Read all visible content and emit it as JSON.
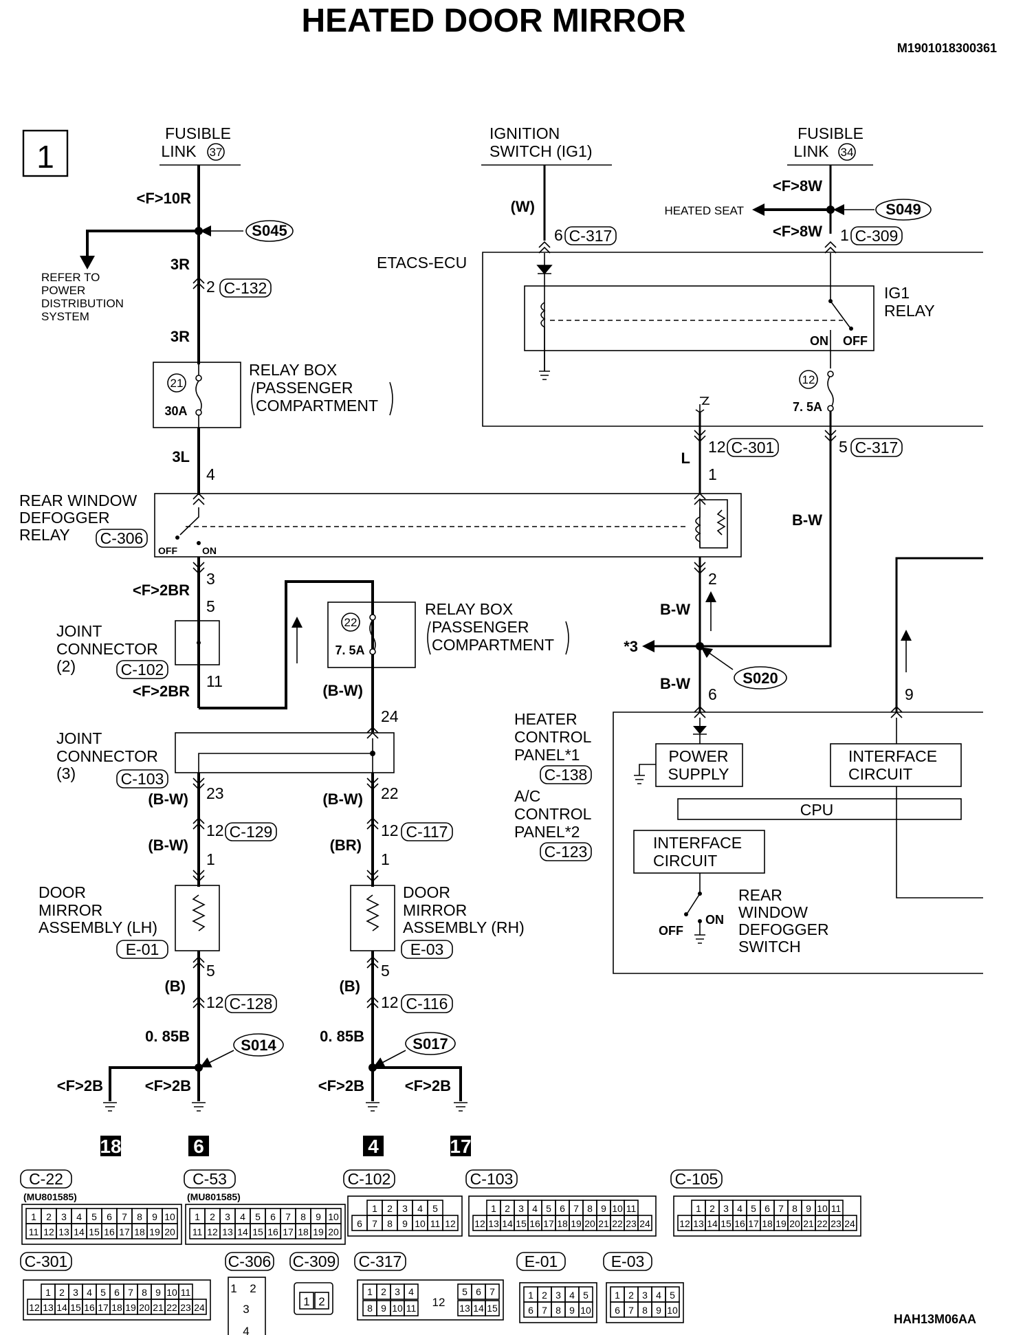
{
  "title": "HEATED DOOR MIRROR",
  "doc_code": "M1901018300361",
  "image_code": "HAH13M06AA",
  "page_box": "1",
  "sources": {
    "fusible_link_37": {
      "line1": "FUSIBLE",
      "line2": "LINK",
      "num": "37"
    },
    "ignition_switch": {
      "line1": "IGNITION",
      "line2": "SWITCH (IG1)"
    },
    "fusible_link_34": {
      "line1": "FUSIBLE",
      "line2": "LINK",
      "num": "34"
    }
  },
  "wires": {
    "f10r": "<F>10R",
    "r3a": "3R",
    "r3b": "3R",
    "l3": "3L",
    "f2br_a": "<F>2BR",
    "f2br_b": "<F>2BR",
    "bw_a": "(B-W)",
    "bw_b": "(B-W)",
    "bw_c": "(B-W)",
    "bw_d": "(B-W)",
    "br": "(BR)",
    "b_a": "(B)",
    "b_b": "(B)",
    "b085_a": "0. 85B",
    "b085_b": "0. 85B",
    "f2b_a": "<F>2B",
    "f2b_b": "<F>2B",
    "f2b_c": "<F>2B",
    "f2b_d": "<F>2B",
    "w": "(W)",
    "f8w_a": "<F>8W",
    "f8w_b": "<F>8W",
    "l": "L",
    "bw_e": "B-W",
    "bw_f": "B-W",
    "bw_g": "B-W"
  },
  "splices": {
    "s045": "S045",
    "s049": "S049",
    "s020": "S020",
    "s014": "S014",
    "s017": "S017"
  },
  "pins": {
    "p2": "2",
    "p4": "4",
    "p3": "3",
    "p5": "5",
    "p11": "11",
    "p24": "24",
    "p23": "23",
    "p22": "22",
    "p12a": "12",
    "p12b": "12",
    "p1a": "1",
    "p1b": "1",
    "p5a": "5",
    "p5b": "5",
    "p12c": "12",
    "p12d": "12",
    "p6": "6",
    "p1c": "1",
    "p12e": "12",
    "p5c": "5",
    "p1d": "1",
    "p2b": "2",
    "p6b": "6",
    "p9": "9"
  },
  "connectors": {
    "c132": "C-132",
    "c306": "C-306",
    "c102": "C-102",
    "c103": "C-103",
    "c129": "C-129",
    "c117": "C-117",
    "e01": "E-01",
    "e03": "E-03",
    "c128": "C-128",
    "c116": "C-116",
    "c317a": "C-317",
    "c309a": "C-309",
    "c301a": "C-301",
    "c317b": "C-317",
    "c138": "C-138",
    "c123": "C-123"
  },
  "labels": {
    "refer": [
      "REFER TO",
      "POWER",
      "DISTRIBUTION",
      "SYSTEM"
    ],
    "relay_box_a": [
      "RELAY BOX",
      "PASSENGER",
      "COMPARTMENT"
    ],
    "relay_box_b": [
      "RELAY BOX",
      "PASSENGER",
      "COMPARTMENT"
    ],
    "fuse21": "21",
    "fuse21_amp": "30A",
    "fuse22": "22",
    "fuse22_amp": "7. 5A",
    "fuse12": "12",
    "fuse12_amp": "7. 5A",
    "defogger_relay": [
      "REAR WINDOW",
      "DEFOGGER",
      "RELAY"
    ],
    "off": "OFF",
    "on": "ON",
    "on_b": "ON",
    "off_b": "OFF",
    "joint2": [
      "JOINT",
      "CONNECTOR",
      "(2)"
    ],
    "joint3": [
      "JOINT",
      "CONNECTOR",
      "(3)"
    ],
    "mirror_lh": [
      "DOOR",
      "MIRROR",
      "ASSEMBLY (LH)"
    ],
    "mirror_rh": [
      "DOOR",
      "MIRROR",
      "ASSEMBLY (RH)"
    ],
    "etacs": "ETACS-ECU",
    "ig1_relay": [
      "IG1",
      "RELAY"
    ],
    "heated_seat": "HEATED SEAT",
    "star3": "*3",
    "heater_panel": [
      "HEATER",
      "CONTROL",
      "PANEL*1"
    ],
    "ac_panel": [
      "A/C",
      "CONTROL",
      "PANEL*2"
    ],
    "power_supply": [
      "POWER",
      "SUPPLY"
    ],
    "interface_a": [
      "INTERFACE",
      "CIRCUIT"
    ],
    "interface_b": [
      "INTERFACE",
      "CIRCUIT"
    ],
    "cpu": "CPU",
    "defog_switch": [
      "REAR",
      "WINDOW",
      "DEFOGGER",
      "SWITCH"
    ],
    "off_c": "OFF",
    "on_c": "ON"
  },
  "grounds": {
    "g18": "18",
    "g6": "6",
    "g4": "4",
    "g17": "17"
  },
  "connector_views": {
    "c22": {
      "name": "C-22",
      "part": "(MU801585)",
      "row1": [
        "1",
        "2",
        "3",
        "4",
        "5",
        "6",
        "7",
        "8",
        "9",
        "10"
      ],
      "row2": [
        "11",
        "12",
        "13",
        "14",
        "15",
        "16",
        "17",
        "18",
        "19",
        "20"
      ]
    },
    "c53": {
      "name": "C-53",
      "part": "(MU801585)",
      "row1": [
        "1",
        "2",
        "3",
        "4",
        "5",
        "6",
        "7",
        "8",
        "9",
        "10"
      ],
      "row2": [
        "11",
        "12",
        "13",
        "14",
        "15",
        "16",
        "17",
        "18",
        "19",
        "20"
      ]
    },
    "c102": {
      "name": "C-102",
      "row1": [
        "1",
        "2",
        "3",
        "4",
        "5"
      ],
      "row2": [
        "6",
        "7",
        "8",
        "9",
        "10",
        "11",
        "12"
      ]
    },
    "c103": {
      "name": "C-103",
      "row1": [
        "1",
        "2",
        "3",
        "4",
        "5",
        "6",
        "7",
        "8",
        "9",
        "10",
        "11"
      ],
      "row2": [
        "12",
        "13",
        "14",
        "15",
        "16",
        "17",
        "18",
        "19",
        "20",
        "21",
        "22",
        "23",
        "24"
      ]
    },
    "c105": {
      "name": "C-105",
      "row1": [
        "1",
        "2",
        "3",
        "4",
        "5",
        "6",
        "7",
        "8",
        "9",
        "10",
        "11"
      ],
      "row2": [
        "12",
        "13",
        "14",
        "15",
        "16",
        "17",
        "18",
        "19",
        "20",
        "21",
        "22",
        "23",
        "24"
      ]
    },
    "c301": {
      "name": "C-301",
      "row1": [
        "1",
        "2",
        "3",
        "4",
        "5",
        "6",
        "7",
        "8",
        "9",
        "10",
        "11"
      ],
      "row2": [
        "12",
        "13",
        "14",
        "15",
        "16",
        "17",
        "18",
        "19",
        "20",
        "21",
        "22",
        "23",
        "24"
      ]
    },
    "c306": {
      "name": "C-306",
      "pins": [
        "1",
        "2",
        "3",
        "4"
      ]
    },
    "c309": {
      "name": "C-309",
      "pins": [
        "1",
        "2"
      ]
    },
    "c317": {
      "name": "C-317",
      "row1": [
        "1",
        "2",
        "3",
        "4",
        "5",
        "6",
        "7"
      ],
      "mid": "12",
      "row2": [
        "8",
        "9",
        "10",
        "11",
        "13",
        "14",
        "15"
      ]
    },
    "e01": {
      "name": "E-01",
      "row1": [
        "1",
        "2",
        "3",
        "4",
        "5"
      ],
      "row2": [
        "6",
        "7",
        "8",
        "9",
        "10"
      ]
    },
    "e03": {
      "name": "E-03",
      "row1": [
        "1",
        "2",
        "3",
        "4",
        "5"
      ],
      "row2": [
        "6",
        "7",
        "8",
        "9",
        "10"
      ]
    }
  }
}
